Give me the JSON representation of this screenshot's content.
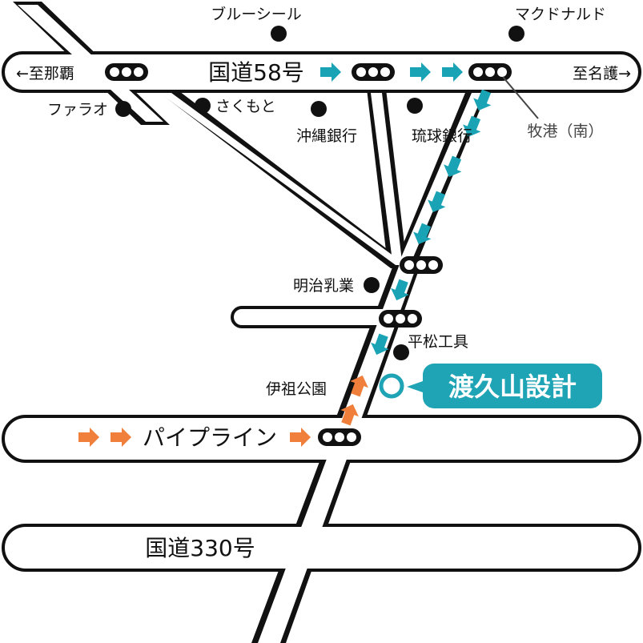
{
  "colors": {
    "route_from_north": "#1aa3b5",
    "route_from_south": "#f07f3c",
    "destination_bubble": "#1fa4b6",
    "road_outline": "#111111",
    "road_fill": "#ffffff",
    "signal": "#111111"
  },
  "roads": {
    "route58": "国道58号",
    "pipeline": "パイプライン",
    "route330": "国道330号",
    "to_naha": "←至那覇",
    "to_nago": "至名護→"
  },
  "landmarks": {
    "blue_seal": "ブルーシール",
    "mcdonalds": "マクドナルド",
    "farao": "ファラオ",
    "sakumoto": "さくもと",
    "okinawa_bank": "沖縄銀行",
    "ryukyu_bank": "琉球銀行",
    "makiminato": "牧港（南）",
    "meiji": "明治乳業",
    "hiramatsu": "平松工具",
    "iso_park": "伊祖公園"
  },
  "destination": {
    "name": "渡久山設計"
  },
  "icons": {
    "signal": "traffic-light-icon",
    "landmark": "landmark-dot-icon",
    "destination": "destination-ring-icon",
    "route_arrow": "route-arrow-icon"
  }
}
